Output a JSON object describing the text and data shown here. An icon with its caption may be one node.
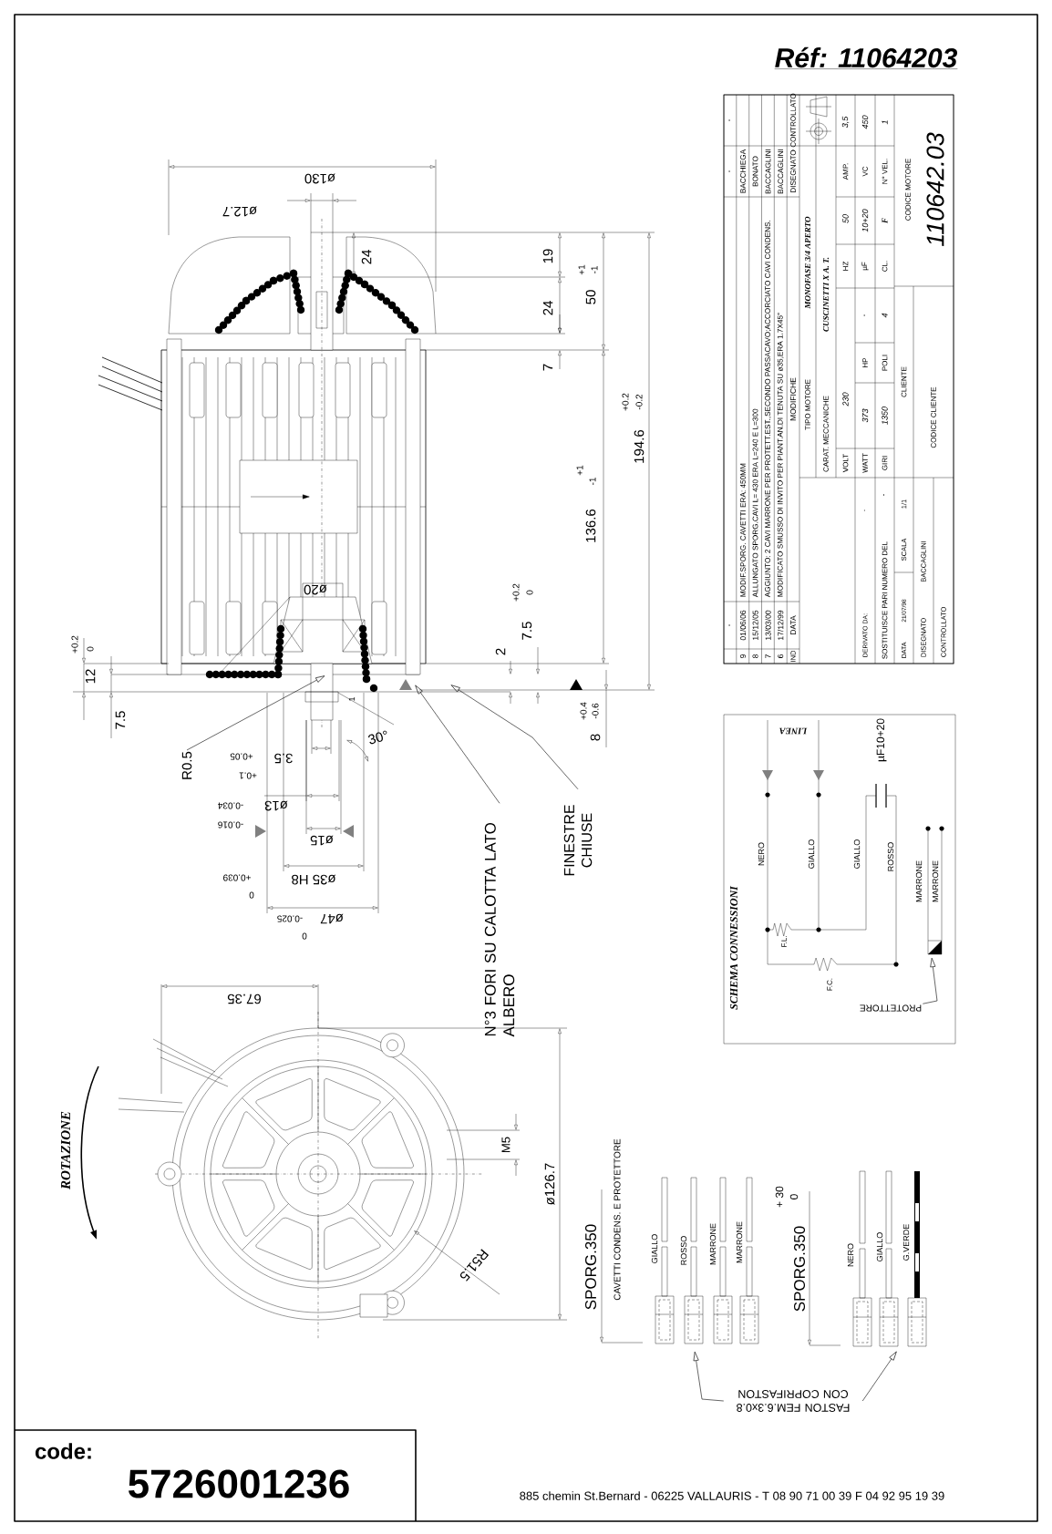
{
  "diagram": {
    "nodes": [
      {
        "text": [
          "R0.5"
        ]
      },
      {
        "text": [
          "N°3 FORI SU CALOTTA LATO ALBERO"
        ]
      },
      {
        "text": [
          "FINESTRE CHIUSE"
        ]
      },
      {
        "text": [
          "FASTON FEM.6.3x0.8 CON COPRIFASTON"
        ]
      },
      {
        "text": [
          "PROTETTORE"
        ]
      }
    ],
    "edges": [
      {
        "from": 0,
        "to": null,
        "arrow": "to"
      },
      {
        "from": 1,
        "to": null,
        "arrow": "to"
      },
      {
        "from": 2,
        "to": null,
        "arrow": "to"
      },
      {
        "from": 3,
        "to": null,
        "arrow": "to"
      },
      {
        "from": 3,
        "to": null,
        "arrow": "to"
      },
      {
        "from": 4,
        "to": null,
        "arrow": "to"
      }
    ],
    "labels": [
      "Réf: 11064203",
      "ø130",
      "ø12.7",
      "24",
      "19",
      "24",
      "50",
      "+1",
      "-1",
      "7",
      "136.6",
      "+1",
      "-1",
      "194.6",
      "+0.2",
      "-0.2",
      "ø20",
      "7.5",
      "+0.2",
      "0",
      "2",
      "8",
      "+0.4",
      "-0.6",
      "12",
      "+0.2",
      "0",
      "7.5",
      "1",
      "30°",
      "3.5",
      "+0.05",
      "+0.1",
      "ø13",
      "-0.034",
      "-0.016",
      "ø15",
      "ø35 H8",
      "+0.039",
      "0",
      "ø47",
      "-0.025",
      "0",
      "67.35",
      "M5",
      "ø126.7",
      "R51.5",
      "ROTAZIONE",
      "SPORG.350",
      "CAVETTI CONDENS. E PROTETTORE",
      "GIALLO",
      "ROSSO",
      "MARRONE",
      "MARRONE",
      "SPORG.350",
      "+ 30",
      "0",
      "NERO",
      "GIALLO",
      "G.VERDE",
      "SCHEMA CONNESSIONI",
      "LINEA",
      "µF10+20",
      "NERO",
      "GIALLO",
      "GIALLO",
      "ROSSO",
      "F.L.",
      "F.C.",
      "MARRONE",
      "MARRONE",
      "-",
      "-",
      "-",
      "9",
      "01/06/06",
      "MODIF.SPORG. CAVETTI ERA: 450MM",
      "BACCHIEGA",
      "8",
      "15/12/05",
      "ALLUNGATO SPORG.CAVI L= 430 ERA L=240 E L=300",
      "BONATO",
      "7",
      "13/03/00",
      "AGGIUNTO: 2 CAVI MARRONE PER PROTETT.EST.,SECONDO PASSACAVO;ACCORCIATO CAVI CONDENS.",
      "BACCAGLINI",
      "6",
      "17/12/99",
      "MODIFICATO SMUSSO DI INVITO PER PIANT.AN.DI TENUTA SU ø35,ERA 1.7X45°",
      "BACCAGLINI",
      "IND",
      "DATA",
      "MODIFICHE",
      "DISEGNATO",
      "CONTROLLATO",
      "TIPO MOTORE",
      "MONOFASE 3/4 APERTO",
      "CARAT. MECCANICHE",
      "CUSCINETTI X A. T.",
      "VOLT",
      "230",
      "HZ",
      "50",
      "AMP.",
      "3,5",
      "WATT",
      "373",
      "HP",
      "-",
      "µF",
      "10+20",
      "VC",
      "450",
      "GIRI",
      "1350",
      "POLI",
      "4",
      "CL.",
      "F",
      "N° VEL.",
      "1",
      "CLIENTE",
      "CODICE CLIENTE",
      "CODICE MOTORE",
      "110642.03",
      "DERIVATO DA:",
      "-",
      "SOSTITUISCE PARI NUMERO DEL",
      "-",
      "DATA",
      "21/07/98",
      "SCALA",
      "1/1",
      "DISEGNATO",
      "BACCAGLINI",
      "CONTROLLATO",
      "code:",
      "5726001236",
      "885 chemin St.Bernard  -  06225 VALLAURIS  -  T 08 90 71 00 39  F 04 92 95 19 39"
    ]
  }
}
